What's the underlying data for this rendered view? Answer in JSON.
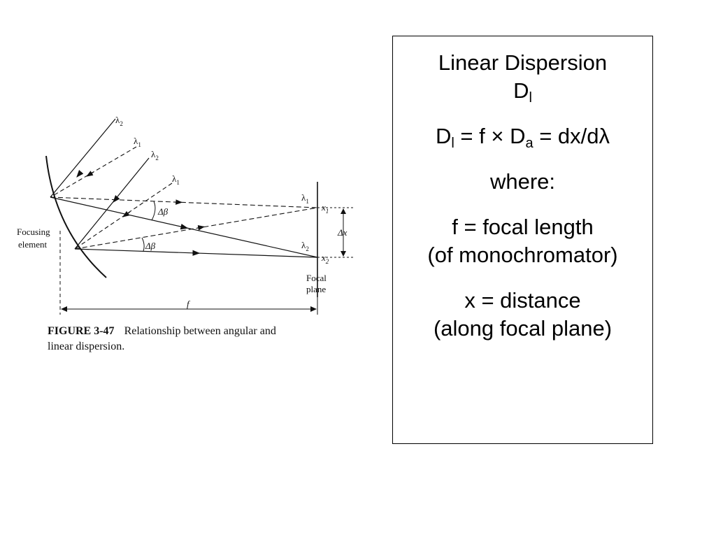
{
  "figure": {
    "labels": {
      "lambda2_a": "λ2",
      "lambda1_a": "λ1",
      "lambda2_b": "λ2",
      "lambda1_b": "λ1",
      "delta_beta_top": "Δβ",
      "delta_beta_bottom": "Δβ",
      "lambda1_focus": "λ1",
      "lambda2_focus": "λ2",
      "x1": "x1",
      "x2": "x2",
      "delta_x": "Δx",
      "focusing_element_line1": "Focusing",
      "focusing_element_line2": "element",
      "focal_plane_line1": "Focal",
      "focal_plane_line2": "plane",
      "f": "f"
    },
    "caption": {
      "number": "FIGURE 3-47",
      "line1": "Relationship between angular and",
      "line2": "linear dispersion."
    }
  },
  "textbox": {
    "title": "Linear Dispersion",
    "symbol_main": "D",
    "symbol_sub": "l",
    "eq_lhs_main": "D",
    "eq_lhs_sub": "l",
    "eq_mid": " = f × D",
    "eq_mid_sub": "a",
    "eq_rhs": " = dx/dλ",
    "where": "where:",
    "f_def": "f = focal length",
    "f_def2": "(of monochromator)",
    "x_def": "x = distance",
    "x_def2": "(along focal plane)"
  }
}
